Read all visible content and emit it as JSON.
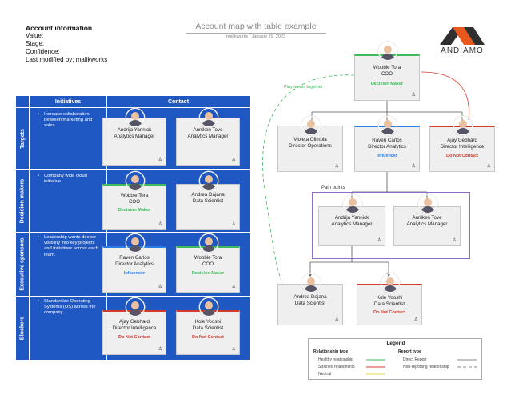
{
  "account": {
    "title": "Account information",
    "value": "Value:",
    "stage": "Stage:",
    "confidence": "Confidence:",
    "modified": "Last modified by: malikworks"
  },
  "header": {
    "title": "Account map with table example",
    "subtitle": "malikworks  |  January 29, 2023"
  },
  "logo": {
    "text": "ANDIAMO",
    "colors": [
      "#2f2f2f",
      "#e8571b"
    ]
  },
  "table": {
    "col_initiatives": "Initiatives",
    "col_contact": "Contact",
    "rows": [
      {
        "label": "Targets",
        "initiatives": [
          "Increase collaboration between marketing and sales."
        ],
        "contacts": [
          {
            "name": "Andrija Yannick",
            "role": "Analytics Manager",
            "status": "",
            "border": "none"
          },
          {
            "name": "Anniken Tove",
            "role": "Analytics Manager",
            "status": "",
            "border": "none"
          }
        ]
      },
      {
        "label": "Decision makers",
        "initiatives": [
          "Company wide cloud initiative."
        ],
        "contacts": [
          {
            "name": "Wobble Tora",
            "role": "COO",
            "status": "Decision Maker",
            "border": "green"
          },
          {
            "name": "Andrea Dajana",
            "role": "Data Scientist",
            "status": "",
            "border": "none"
          }
        ]
      },
      {
        "label": "Executive sponsors",
        "initiatives": [
          "Leadership wants deeper visibility into key projects and initiatives across each team."
        ],
        "contacts": [
          {
            "name": "Raven Carlos",
            "role": "Director Analytics",
            "status": "Influencer",
            "border": "blue"
          },
          {
            "name": "Wobble Tora",
            "role": "COO",
            "status": "Decision Maker",
            "border": "green"
          }
        ]
      },
      {
        "label": "Blockers",
        "initiatives": [
          "Standardize Operating Systems (OS) across the company."
        ],
        "contacts": [
          {
            "name": "Ajay Gebhard",
            "role": "Director Intelligence",
            "status": "Do Not Contact",
            "border": "red"
          },
          {
            "name": "Kole Yooshi",
            "role": "Data Scientist",
            "status": "Do Not Contact",
            "border": "red"
          }
        ]
      }
    ]
  },
  "map": {
    "nodes": [
      {
        "id": "wobble",
        "name": "Wobble Tora",
        "role": "COO",
        "status": "Decision Maker",
        "border": "green"
      },
      {
        "id": "violeta",
        "name": "Violeta Olimpia",
        "role": "Director Operations",
        "status": "",
        "border": "none"
      },
      {
        "id": "raven",
        "name": "Raven Carlos",
        "role": "Director Analytics",
        "status": "Influencer",
        "border": "blue"
      },
      {
        "id": "ajay",
        "name": "Ajay Gebhard",
        "role": "Director Intelligence",
        "status": "Do Not Contact",
        "border": "red"
      },
      {
        "id": "andrija",
        "name": "Andrija Yannick",
        "role": "Analytics Manager",
        "status": "",
        "border": "none"
      },
      {
        "id": "anniken",
        "name": "Anniken Tove",
        "role": "Analytics Manager",
        "status": "",
        "border": "none"
      },
      {
        "id": "andrea",
        "name": "Andrea Dajana",
        "role": "Data Scientist",
        "status": "",
        "border": "none"
      },
      {
        "id": "kole",
        "name": "Kole Yooshi",
        "role": "Data Scientist",
        "status": "Do Not Contact",
        "border": "red"
      }
    ],
    "annotations": {
      "play_tennis": "Play tennis together",
      "pain_points": "Pain points"
    }
  },
  "legend": {
    "title": "Legend",
    "relationship_header": "Relationship type",
    "report_header": "Report type",
    "relationships": [
      {
        "label": "Healthy relationship",
        "color": "#3dba5a"
      },
      {
        "label": "Strained relationship",
        "color": "#d33b2c"
      },
      {
        "label": "Neutral",
        "color": "#e6d94a"
      }
    ],
    "reports": [
      {
        "label": "Direct Report",
        "style": "solid"
      },
      {
        "label": "Non-reporting relationship",
        "style": "dashed"
      }
    ]
  }
}
